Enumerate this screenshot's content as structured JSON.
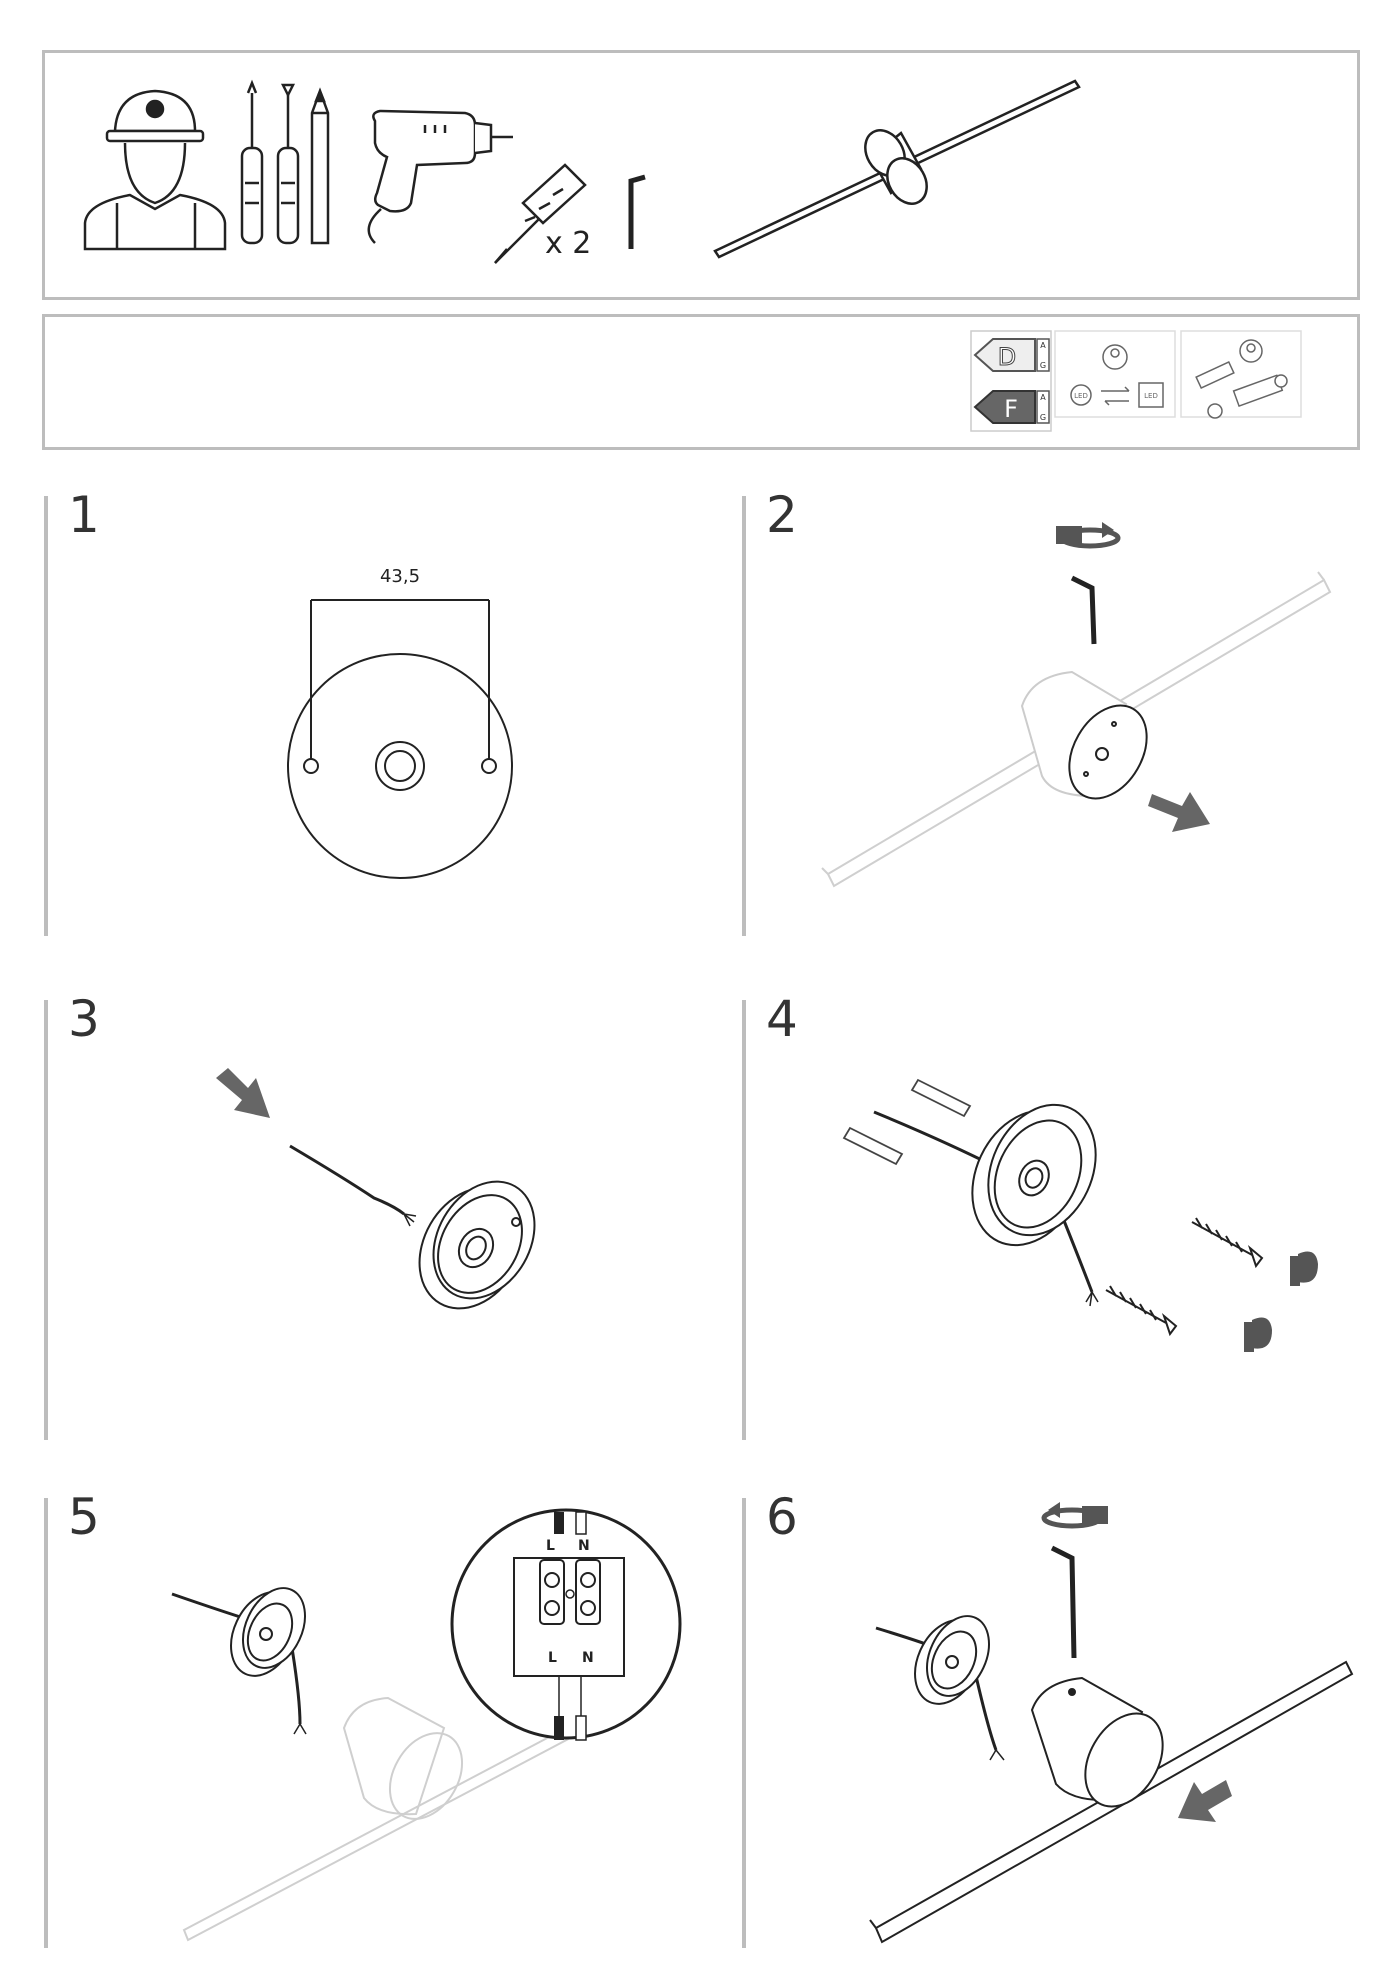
{
  "header": {
    "qty_label": "x 2"
  },
  "energy": {
    "class_top": "D",
    "class_bottom": "F",
    "scale_top": "A",
    "scale_bottom": "G",
    "led_label": "LED"
  },
  "steps": [
    {
      "number": "1",
      "dimension": "43,5"
    },
    {
      "number": "2"
    },
    {
      "number": "3"
    },
    {
      "number": "4"
    },
    {
      "number": "5",
      "terminal_top_l": "L",
      "terminal_top_n": "N",
      "terminal_bottom_l": "L",
      "terminal_bottom_n": "N"
    },
    {
      "number": "6"
    }
  ],
  "colors": {
    "frame": "#bdbdbd",
    "line": "#222222",
    "ghost": "#cfcfcf"
  }
}
